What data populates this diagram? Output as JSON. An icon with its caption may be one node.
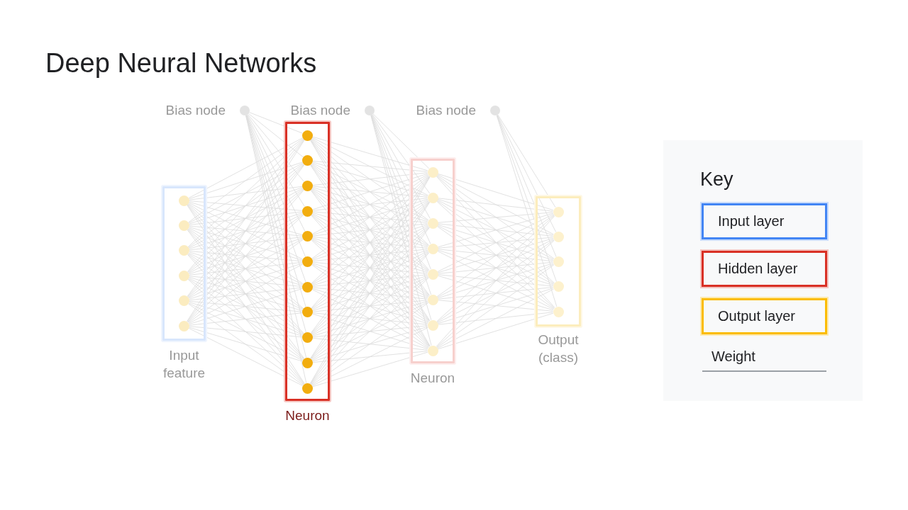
{
  "diagram": {
    "title": "Deep Neural Networks",
    "nodes": [
      {
        "text": [],
        "shape": "circle",
        "beside": [
          "Bias node"
        ]
      },
      {
        "text": [],
        "shape": "box",
        "beside": [
          "Input feature"
        ]
      },
      {
        "text": [],
        "shape": "circle",
        "in": 1
      },
      {
        "text": [],
        "shape": "circle",
        "in": 1
      },
      {
        "text": [],
        "shape": "circle",
        "in": 1
      },
      {
        "text": [],
        "shape": "circle",
        "in": 1
      },
      {
        "text": [],
        "shape": "circle",
        "in": 1
      },
      {
        "text": [],
        "shape": "circle",
        "in": 1
      },
      {
        "text": [],
        "shape": "circle",
        "beside": [
          "Bias node"
        ]
      },
      {
        "text": [],
        "shape": "box",
        "beside": [
          "Neuron"
        ]
      },
      {
        "text": [],
        "shape": "circle",
        "in": 9
      },
      {
        "text": [],
        "shape": "circle",
        "in": 9
      },
      {
        "text": [],
        "shape": "circle",
        "in": 9
      },
      {
        "text": [],
        "shape": "circle",
        "in": 9
      },
      {
        "text": [],
        "shape": "circle",
        "in": 9
      },
      {
        "text": [],
        "shape": "circle",
        "in": 9
      },
      {
        "text": [],
        "shape": "circle",
        "in": 9
      },
      {
        "text": [],
        "shape": "circle",
        "in": 9
      },
      {
        "text": [],
        "shape": "circle",
        "in": 9
      },
      {
        "text": [],
        "shape": "circle",
        "in": 9
      },
      {
        "text": [],
        "shape": "circle",
        "in": 9
      },
      {
        "text": [],
        "shape": "circle",
        "beside": [
          "Bias node"
        ]
      },
      {
        "text": [],
        "shape": "box",
        "beside": [
          "Neuron"
        ]
      },
      {
        "text": [],
        "shape": "circle",
        "in": 22
      },
      {
        "text": [],
        "shape": "circle",
        "in": 22
      },
      {
        "text": [],
        "shape": "circle",
        "in": 22
      },
      {
        "text": [],
        "shape": "circle",
        "in": 22
      },
      {
        "text": [],
        "shape": "circle",
        "in": 22
      },
      {
        "text": [],
        "shape": "circle",
        "in": 22
      },
      {
        "text": [],
        "shape": "circle",
        "in": 22
      },
      {
        "text": [],
        "shape": "circle",
        "in": 22
      },
      {
        "text": [],
        "shape": "box",
        "beside": [
          "Output (class)"
        ]
      },
      {
        "text": [],
        "shape": "circle",
        "in": 31
      },
      {
        "text": [],
        "shape": "circle",
        "in": 31
      },
      {
        "text": [],
        "shape": "circle",
        "in": 31
      },
      {
        "text": [],
        "shape": "circle",
        "in": 31
      },
      {
        "text": [],
        "shape": "circle",
        "in": 31
      }
    ],
    "edges": [
      {
        "from": 0,
        "to": 10,
        "arrow": "none"
      },
      {
        "from": 0,
        "to": 11,
        "arrow": "none"
      },
      {
        "from": 0,
        "to": 12,
        "arrow": "none"
      },
      {
        "from": 0,
        "to": 13,
        "arrow": "none"
      },
      {
        "from": 0,
        "to": 14,
        "arrow": "none"
      },
      {
        "from": 0,
        "to": 15,
        "arrow": "none"
      },
      {
        "from": 0,
        "to": 16,
        "arrow": "none"
      },
      {
        "from": 0,
        "to": 17,
        "arrow": "none"
      },
      {
        "from": 0,
        "to": 18,
        "arrow": "none"
      },
      {
        "from": 0,
        "to": 19,
        "arrow": "none"
      },
      {
        "from": 0,
        "to": 20,
        "arrow": "none"
      },
      {
        "from": 2,
        "to": 10,
        "arrow": "none"
      },
      {
        "from": 2,
        "to": 11,
        "arrow": "none"
      },
      {
        "from": 2,
        "to": 12,
        "arrow": "none"
      },
      {
        "from": 2,
        "to": 13,
        "arrow": "none"
      },
      {
        "from": 2,
        "to": 14,
        "arrow": "none"
      },
      {
        "from": 2,
        "to": 15,
        "arrow": "none"
      },
      {
        "from": 2,
        "to": 16,
        "arrow": "none"
      },
      {
        "from": 2,
        "to": 17,
        "arrow": "none"
      },
      {
        "from": 2,
        "to": 18,
        "arrow": "none"
      },
      {
        "from": 2,
        "to": 19,
        "arrow": "none"
      },
      {
        "from": 2,
        "to": 20,
        "arrow": "none"
      },
      {
        "from": 3,
        "to": 10,
        "arrow": "none"
      },
      {
        "from": 3,
        "to": 11,
        "arrow": "none"
      },
      {
        "from": 3,
        "to": 12,
        "arrow": "none"
      },
      {
        "from": 3,
        "to": 13,
        "arrow": "none"
      },
      {
        "from": 3,
        "to": 14,
        "arrow": "none"
      },
      {
        "from": 3,
        "to": 15,
        "arrow": "none"
      },
      {
        "from": 3,
        "to": 16,
        "arrow": "none"
      },
      {
        "from": 3,
        "to": 17,
        "arrow": "none"
      },
      {
        "from": 3,
        "to": 18,
        "arrow": "none"
      },
      {
        "from": 3,
        "to": 19,
        "arrow": "none"
      },
      {
        "from": 3,
        "to": 20,
        "arrow": "none"
      },
      {
        "from": 4,
        "to": 10,
        "arrow": "none"
      },
      {
        "from": 4,
        "to": 11,
        "arrow": "none"
      },
      {
        "from": 4,
        "to": 12,
        "arrow": "none"
      },
      {
        "from": 4,
        "to": 13,
        "arrow": "none"
      },
      {
        "from": 4,
        "to": 14,
        "arrow": "none"
      },
      {
        "from": 4,
        "to": 15,
        "arrow": "none"
      },
      {
        "from": 4,
        "to": 16,
        "arrow": "none"
      },
      {
        "from": 4,
        "to": 17,
        "arrow": "none"
      },
      {
        "from": 4,
        "to": 18,
        "arrow": "none"
      },
      {
        "from": 4,
        "to": 19,
        "arrow": "none"
      },
      {
        "from": 4,
        "to": 20,
        "arrow": "none"
      },
      {
        "from": 5,
        "to": 10,
        "arrow": "none"
      },
      {
        "from": 5,
        "to": 11,
        "arrow": "none"
      },
      {
        "from": 5,
        "to": 12,
        "arrow": "none"
      },
      {
        "from": 5,
        "to": 13,
        "arrow": "none"
      },
      {
        "from": 5,
        "to": 14,
        "arrow": "none"
      },
      {
        "from": 5,
        "to": 15,
        "arrow": "none"
      },
      {
        "from": 5,
        "to": 16,
        "arrow": "none"
      },
      {
        "from": 5,
        "to": 17,
        "arrow": "none"
      },
      {
        "from": 5,
        "to": 18,
        "arrow": "none"
      },
      {
        "from": 5,
        "to": 19,
        "arrow": "none"
      },
      {
        "from": 5,
        "to": 20,
        "arrow": "none"
      },
      {
        "from": 6,
        "to": 10,
        "arrow": "none"
      },
      {
        "from": 6,
        "to": 11,
        "arrow": "none"
      },
      {
        "from": 6,
        "to": 12,
        "arrow": "none"
      },
      {
        "from": 6,
        "to": 13,
        "arrow": "none"
      },
      {
        "from": 6,
        "to": 14,
        "arrow": "none"
      },
      {
        "from": 6,
        "to": 15,
        "arrow": "none"
      },
      {
        "from": 6,
        "to": 16,
        "arrow": "none"
      },
      {
        "from": 6,
        "to": 17,
        "arrow": "none"
      },
      {
        "from": 6,
        "to": 18,
        "arrow": "none"
      },
      {
        "from": 6,
        "to": 19,
        "arrow": "none"
      },
      {
        "from": 6,
        "to": 20,
        "arrow": "none"
      },
      {
        "from": 7,
        "to": 10,
        "arrow": "none"
      },
      {
        "from": 7,
        "to": 11,
        "arrow": "none"
      },
      {
        "from": 7,
        "to": 12,
        "arrow": "none"
      },
      {
        "from": 7,
        "to": 13,
        "arrow": "none"
      },
      {
        "from": 7,
        "to": 14,
        "arrow": "none"
      },
      {
        "from": 7,
        "to": 15,
        "arrow": "none"
      },
      {
        "from": 7,
        "to": 16,
        "arrow": "none"
      },
      {
        "from": 7,
        "to": 17,
        "arrow": "none"
      },
      {
        "from": 7,
        "to": 18,
        "arrow": "none"
      },
      {
        "from": 7,
        "to": 19,
        "arrow": "none"
      },
      {
        "from": 7,
        "to": 20,
        "arrow": "none"
      },
      {
        "from": 8,
        "to": 23,
        "arrow": "none"
      },
      {
        "from": 8,
        "to": 24,
        "arrow": "none"
      },
      {
        "from": 8,
        "to": 25,
        "arrow": "none"
      },
      {
        "from": 8,
        "to": 26,
        "arrow": "none"
      },
      {
        "from": 8,
        "to": 27,
        "arrow": "none"
      },
      {
        "from": 8,
        "to": 28,
        "arrow": "none"
      },
      {
        "from": 8,
        "to": 29,
        "arrow": "none"
      },
      {
        "from": 8,
        "to": 30,
        "arrow": "none"
      },
      {
        "from": 10,
        "to": 23,
        "arrow": "none"
      },
      {
        "from": 10,
        "to": 24,
        "arrow": "none"
      },
      {
        "from": 10,
        "to": 25,
        "arrow": "none"
      },
      {
        "from": 10,
        "to": 26,
        "arrow": "none"
      },
      {
        "from": 10,
        "to": 27,
        "arrow": "none"
      },
      {
        "from": 10,
        "to": 28,
        "arrow": "none"
      },
      {
        "from": 10,
        "to": 29,
        "arrow": "none"
      },
      {
        "from": 10,
        "to": 30,
        "arrow": "none"
      },
      {
        "from": 11,
        "to": 23,
        "arrow": "none"
      },
      {
        "from": 11,
        "to": 24,
        "arrow": "none"
      },
      {
        "from": 11,
        "to": 25,
        "arrow": "none"
      },
      {
        "from": 11,
        "to": 26,
        "arrow": "none"
      },
      {
        "from": 11,
        "to": 27,
        "arrow": "none"
      },
      {
        "from": 11,
        "to": 28,
        "arrow": "none"
      },
      {
        "from": 11,
        "to": 29,
        "arrow": "none"
      },
      {
        "from": 11,
        "to": 30,
        "arrow": "none"
      },
      {
        "from": 12,
        "to": 23,
        "arrow": "none"
      },
      {
        "from": 12,
        "to": 24,
        "arrow": "none"
      },
      {
        "from": 12,
        "to": 25,
        "arrow": "none"
      },
      {
        "from": 12,
        "to": 26,
        "arrow": "none"
      },
      {
        "from": 12,
        "to": 27,
        "arrow": "none"
      },
      {
        "from": 12,
        "to": 28,
        "arrow": "none"
      },
      {
        "from": 12,
        "to": 29,
        "arrow": "none"
      },
      {
        "from": 12,
        "to": 30,
        "arrow": "none"
      },
      {
        "from": 13,
        "to": 23,
        "arrow": "none"
      },
      {
        "from": 13,
        "to": 24,
        "arrow": "none"
      },
      {
        "from": 13,
        "to": 25,
        "arrow": "none"
      },
      {
        "from": 13,
        "to": 26,
        "arrow": "none"
      },
      {
        "from": 13,
        "to": 27,
        "arrow": "none"
      },
      {
        "from": 13,
        "to": 28,
        "arrow": "none"
      },
      {
        "from": 13,
        "to": 29,
        "arrow": "none"
      },
      {
        "from": 13,
        "to": 30,
        "arrow": "none"
      },
      {
        "from": 14,
        "to": 23,
        "arrow": "none"
      },
      {
        "from": 14,
        "to": 24,
        "arrow": "none"
      },
      {
        "from": 14,
        "to": 25,
        "arrow": "none"
      },
      {
        "from": 14,
        "to": 26,
        "arrow": "none"
      },
      {
        "from": 14,
        "to": 27,
        "arrow": "none"
      },
      {
        "from": 14,
        "to": 28,
        "arrow": "none"
      },
      {
        "from": 14,
        "to": 29,
        "arrow": "none"
      },
      {
        "from": 14,
        "to": 30,
        "arrow": "none"
      },
      {
        "from": 15,
        "to": 23,
        "arrow": "none"
      },
      {
        "from": 15,
        "to": 24,
        "arrow": "none"
      },
      {
        "from": 15,
        "to": 25,
        "arrow": "none"
      },
      {
        "from": 15,
        "to": 26,
        "arrow": "none"
      },
      {
        "from": 15,
        "to": 27,
        "arrow": "none"
      },
      {
        "from": 15,
        "to": 28,
        "arrow": "none"
      },
      {
        "from": 15,
        "to": 29,
        "arrow": "none"
      },
      {
        "from": 15,
        "to": 30,
        "arrow": "none"
      },
      {
        "from": 16,
        "to": 23,
        "arrow": "none"
      },
      {
        "from": 16,
        "to": 24,
        "arrow": "none"
      },
      {
        "from": 16,
        "to": 25,
        "arrow": "none"
      },
      {
        "from": 16,
        "to": 26,
        "arrow": "none"
      },
      {
        "from": 16,
        "to": 27,
        "arrow": "none"
      },
      {
        "from": 16,
        "to": 28,
        "arrow": "none"
      },
      {
        "from": 16,
        "to": 29,
        "arrow": "none"
      },
      {
        "from": 16,
        "to": 30,
        "arrow": "none"
      },
      {
        "from": 17,
        "to": 23,
        "arrow": "none"
      },
      {
        "from": 17,
        "to": 24,
        "arrow": "none"
      },
      {
        "from": 17,
        "to": 25,
        "arrow": "none"
      },
      {
        "from": 17,
        "to": 26,
        "arrow": "none"
      },
      {
        "from": 17,
        "to": 27,
        "arrow": "none"
      },
      {
        "from": 17,
        "to": 28,
        "arrow": "none"
      },
      {
        "from": 17,
        "to": 29,
        "arrow": "none"
      },
      {
        "from": 17,
        "to": 30,
        "arrow": "none"
      },
      {
        "from": 18,
        "to": 23,
        "arrow": "none"
      },
      {
        "from": 18,
        "to": 24,
        "arrow": "none"
      },
      {
        "from": 18,
        "to": 25,
        "arrow": "none"
      },
      {
        "from": 18,
        "to": 26,
        "arrow": "none"
      },
      {
        "from": 18,
        "to": 27,
        "arrow": "none"
      },
      {
        "from": 18,
        "to": 28,
        "arrow": "none"
      },
      {
        "from": 18,
        "to": 29,
        "arrow": "none"
      },
      {
        "from": 18,
        "to": 30,
        "arrow": "none"
      },
      {
        "from": 19,
        "to": 23,
        "arrow": "none"
      },
      {
        "from": 19,
        "to": 24,
        "arrow": "none"
      },
      {
        "from": 19,
        "to": 25,
        "arrow": "none"
      },
      {
        "from": 19,
        "to": 26,
        "arrow": "none"
      },
      {
        "from": 19,
        "to": 27,
        "arrow": "none"
      },
      {
        "from": 19,
        "to": 28,
        "arrow": "none"
      },
      {
        "from": 19,
        "to": 29,
        "arrow": "none"
      },
      {
        "from": 19,
        "to": 30,
        "arrow": "none"
      },
      {
        "from": 20,
        "to": 23,
        "arrow": "none"
      },
      {
        "from": 20,
        "to": 24,
        "arrow": "none"
      },
      {
        "from": 20,
        "to": 25,
        "arrow": "none"
      },
      {
        "from": 20,
        "to": 26,
        "arrow": "none"
      },
      {
        "from": 20,
        "to": 27,
        "arrow": "none"
      },
      {
        "from": 20,
        "to": 28,
        "arrow": "none"
      },
      {
        "from": 20,
        "to": 29,
        "arrow": "none"
      },
      {
        "from": 20,
        "to": 30,
        "arrow": "none"
      },
      {
        "from": 21,
        "to": 32,
        "arrow": "none"
      },
      {
        "from": 21,
        "to": 33,
        "arrow": "none"
      },
      {
        "from": 21,
        "to": 34,
        "arrow": "none"
      },
      {
        "from": 21,
        "to": 35,
        "arrow": "none"
      },
      {
        "from": 21,
        "to": 36,
        "arrow": "none"
      },
      {
        "from": 23,
        "to": 32,
        "arrow": "none"
      },
      {
        "from": 23,
        "to": 33,
        "arrow": "none"
      },
      {
        "from": 23,
        "to": 34,
        "arrow": "none"
      },
      {
        "from": 23,
        "to": 35,
        "arrow": "none"
      },
      {
        "from": 23,
        "to": 36,
        "arrow": "none"
      },
      {
        "from": 24,
        "to": 32,
        "arrow": "none"
      },
      {
        "from": 24,
        "to": 33,
        "arrow": "none"
      },
      {
        "from": 24,
        "to": 34,
        "arrow": "none"
      },
      {
        "from": 24,
        "to": 35,
        "arrow": "none"
      },
      {
        "from": 24,
        "to": 36,
        "arrow": "none"
      },
      {
        "from": 25,
        "to": 32,
        "arrow": "none"
      },
      {
        "from": 25,
        "to": 33,
        "arrow": "none"
      },
      {
        "from": 25,
        "to": 34,
        "arrow": "none"
      },
      {
        "from": 25,
        "to": 35,
        "arrow": "none"
      },
      {
        "from": 25,
        "to": 36,
        "arrow": "none"
      },
      {
        "from": 26,
        "to": 32,
        "arrow": "none"
      },
      {
        "from": 26,
        "to": 33,
        "arrow": "none"
      },
      {
        "from": 26,
        "to": 34,
        "arrow": "none"
      },
      {
        "from": 26,
        "to": 35,
        "arrow": "none"
      },
      {
        "from": 26,
        "to": 36,
        "arrow": "none"
      },
      {
        "from": 27,
        "to": 32,
        "arrow": "none"
      },
      {
        "from": 27,
        "to": 33,
        "arrow": "none"
      },
      {
        "from": 27,
        "to": 34,
        "arrow": "none"
      },
      {
        "from": 27,
        "to": 35,
        "arrow": "none"
      },
      {
        "from": 27,
        "to": 36,
        "arrow": "none"
      },
      {
        "from": 28,
        "to": 32,
        "arrow": "none"
      },
      {
        "from": 28,
        "to": 33,
        "arrow": "none"
      },
      {
        "from": 28,
        "to": 34,
        "arrow": "none"
      },
      {
        "from": 28,
        "to": 35,
        "arrow": "none"
      },
      {
        "from": 28,
        "to": 36,
        "arrow": "none"
      },
      {
        "from": 29,
        "to": 32,
        "arrow": "none"
      },
      {
        "from": 29,
        "to": 33,
        "arrow": "none"
      },
      {
        "from": 29,
        "to": 34,
        "arrow": "none"
      },
      {
        "from": 29,
        "to": 35,
        "arrow": "none"
      },
      {
        "from": 29,
        "to": 36,
        "arrow": "none"
      },
      {
        "from": 30,
        "to": 32,
        "arrow": "none"
      },
      {
        "from": 30,
        "to": 33,
        "arrow": "none"
      },
      {
        "from": 30,
        "to": 34,
        "arrow": "none"
      },
      {
        "from": 30,
        "to": 35,
        "arrow": "none"
      },
      {
        "from": 30,
        "to": 36,
        "arrow": "none"
      }
    ],
    "labels": [
      "Key"
    ],
    "legend": [
      {
        "text": "Input layer"
      },
      {
        "text": "Hidden layer"
      },
      {
        "text": "Output layer"
      },
      {
        "text": "Weight"
      }
    ]
  }
}
